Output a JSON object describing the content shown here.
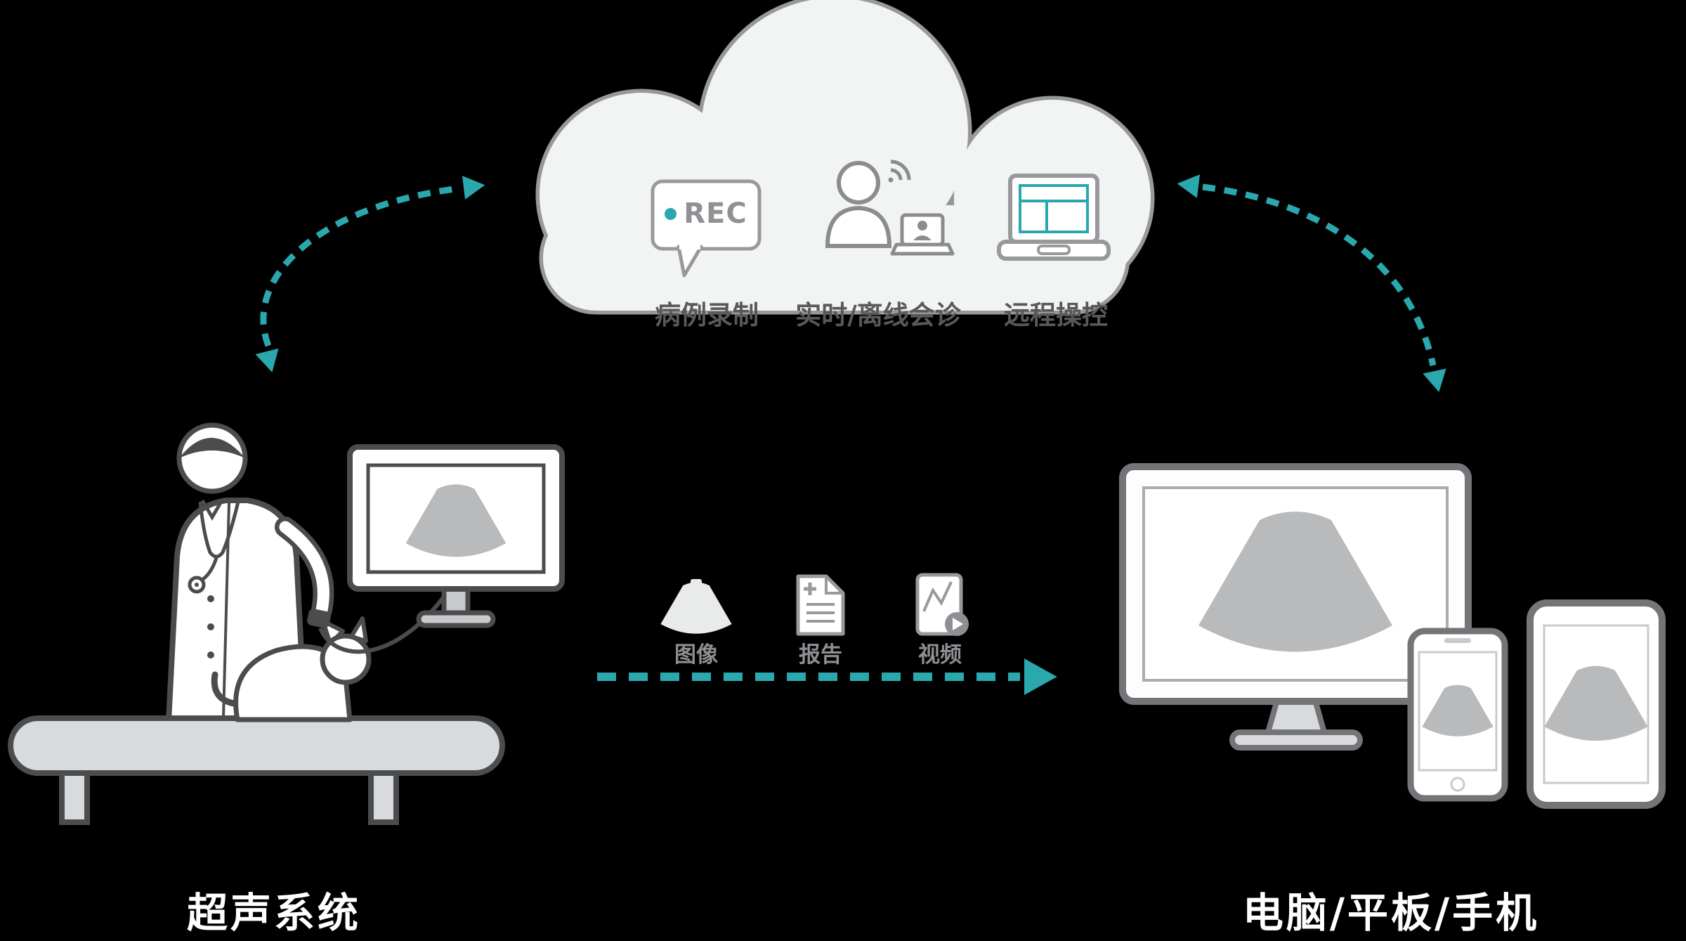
{
  "colors": {
    "background": "#000000",
    "accent_teal": "#2ba7ae",
    "cloud_fill": "#f2f3f3",
    "cloud_outline": "#97989a",
    "dark_gray_text": "#58595b",
    "light_gray_text": "#8d8f92",
    "illustration_dark": "#4b4c4e",
    "illustration_gray": "#b9babc",
    "white": "#ffffff"
  },
  "cloud": {
    "rec_text": "REC",
    "features": [
      {
        "label": "病例录制",
        "icon": "rec-icon"
      },
      {
        "label": "实时/离线会诊",
        "icon": "consultation-icon"
      },
      {
        "label": "远程操控",
        "icon": "remote-control-icon"
      }
    ]
  },
  "transfer": {
    "items": [
      {
        "label": "图像",
        "icon": "image-icon"
      },
      {
        "label": "报告",
        "icon": "report-icon"
      },
      {
        "label": "视频",
        "icon": "video-icon"
      }
    ]
  },
  "left_scene": {
    "label": "超声系统"
  },
  "right_scene": {
    "label": "电脑/平板/手机"
  }
}
